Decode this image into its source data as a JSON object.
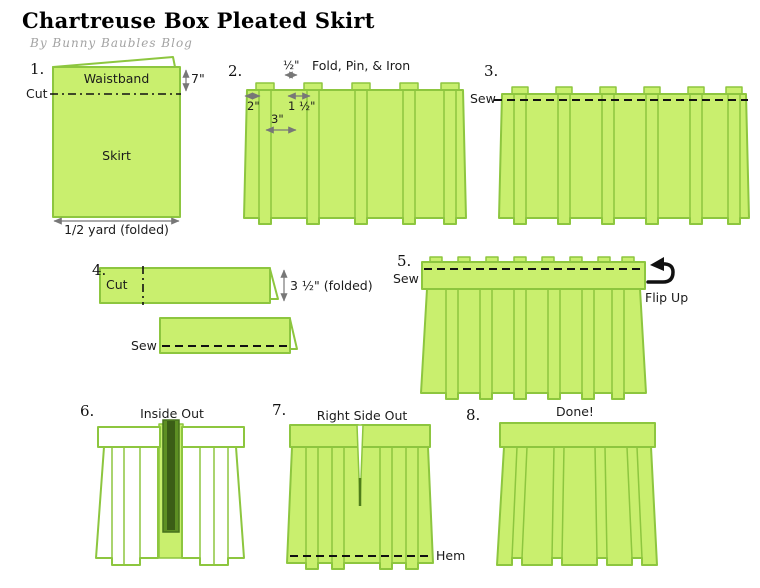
{
  "title": "Chartreuse Box Pleated Skirt",
  "byline": "By Bunny Baubles Blog",
  "colors": {
    "fabric_fill": "#c9ef6e",
    "fabric_outline": "#8dc63f",
    "dark_seam": "#5d8f23",
    "dark_seam_inner": "#3b5e16",
    "text": "#1b1b1b",
    "byline_gray": "#a3a3a3",
    "measure_arrow_gray": "#777777"
  },
  "icons": {
    "flip_up_arrow": "counterclockwise-flip-arrow"
  },
  "steps": {
    "step1": {
      "number": "1.",
      "waistband": "Waistband",
      "cut": "Cut",
      "skirt": "Skirt",
      "height": "7\"",
      "width_folded": "1/2 yard (folded)"
    },
    "step2": {
      "number": "2.",
      "half_inch": "½\"",
      "instruction": "Fold, Pin, & Iron",
      "two_inch": "2\"",
      "one_and_half_inch": "1 ½\"",
      "three_inch": "3\""
    },
    "step3": {
      "number": "3.",
      "sew": "Sew"
    },
    "step4": {
      "number": "4.",
      "cut": "Cut",
      "folded_height": "3 ½\" (folded)",
      "sew": "Sew"
    },
    "step5": {
      "number": "5.",
      "sew": "Sew",
      "flip_up": "Flip Up"
    },
    "step6": {
      "number": "6.",
      "caption": "Inside Out"
    },
    "step7": {
      "number": "7.",
      "caption": "Right Side Out",
      "hem": "Hem"
    },
    "step8": {
      "number": "8.",
      "caption": "Done!"
    }
  }
}
